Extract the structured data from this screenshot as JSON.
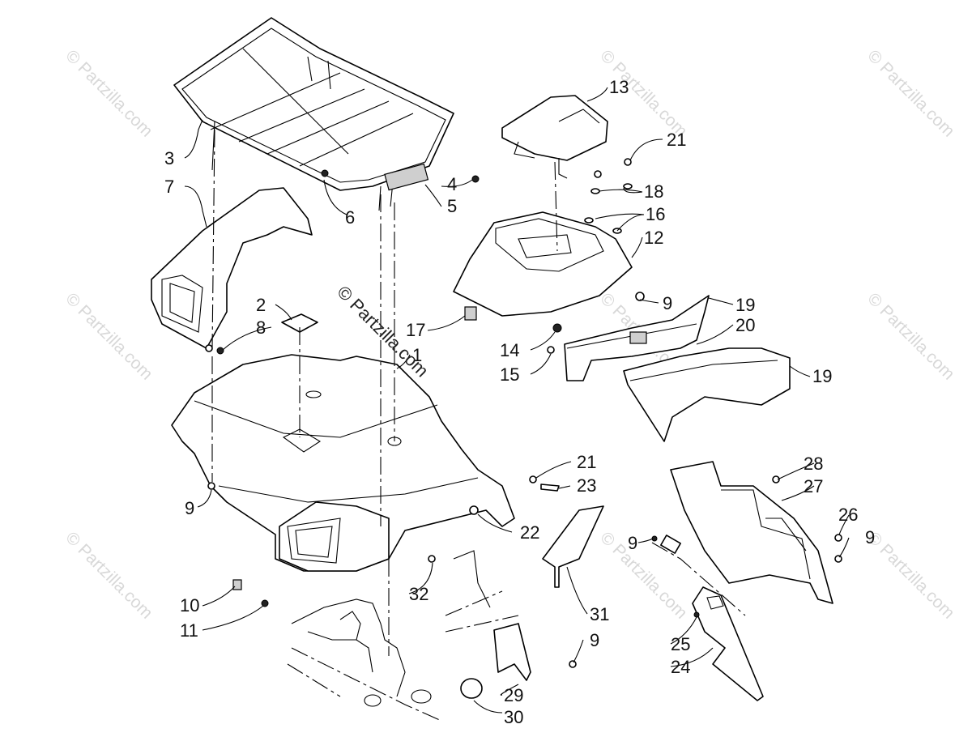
{
  "watermark": {
    "text": "© Partzilla.com"
  },
  "callouts": [
    "1",
    "2",
    "3",
    "4",
    "5",
    "6",
    "7",
    "8",
    "9",
    "10",
    "11",
    "12",
    "13",
    "14",
    "15",
    "16",
    "17",
    "18",
    "19",
    "20",
    "21",
    "22",
    "23",
    "24",
    "25",
    "26",
    "27",
    "28",
    "29",
    "30",
    "31",
    "32"
  ]
}
